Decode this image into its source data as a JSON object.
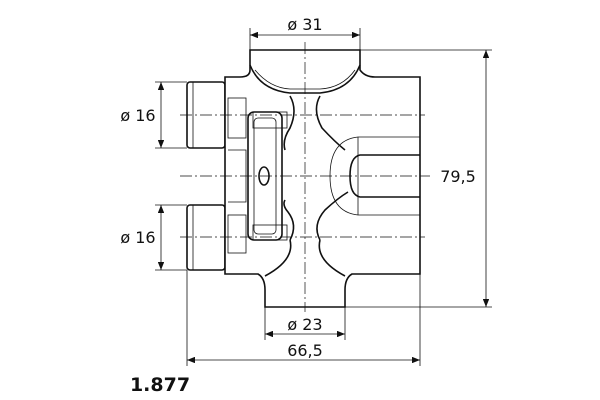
{
  "drawing": {
    "part_number": "1.877",
    "dimensions": {
      "top_diameter": "ø 31",
      "upper_port_diameter": "ø 16",
      "lower_port_diameter": "ø 16",
      "height": "79,5",
      "bottom_diameter": "ø 23",
      "width": "66,5"
    }
  }
}
